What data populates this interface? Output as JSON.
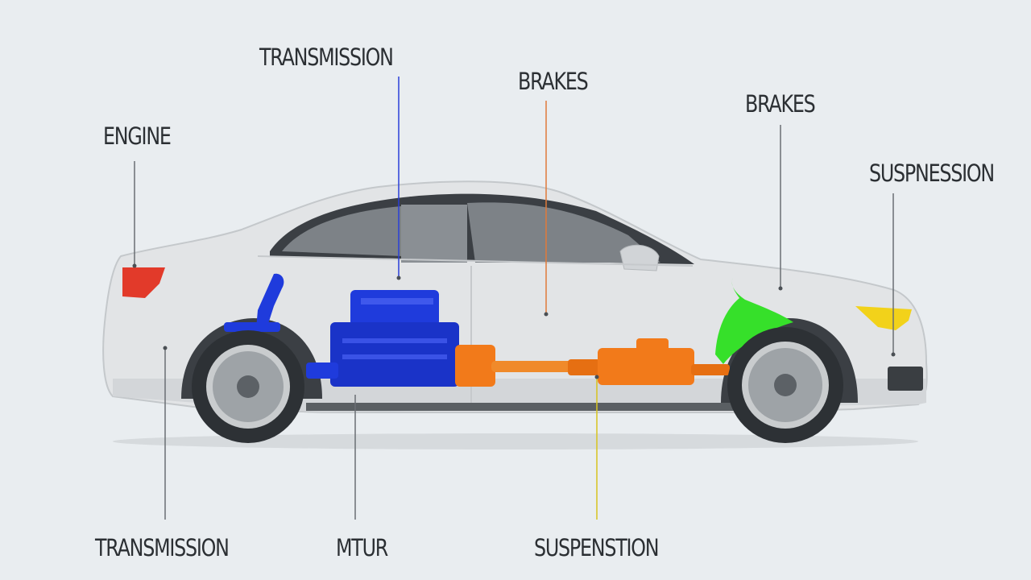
{
  "labels": {
    "engine": "ENGINE",
    "transmission_top": "TRANSMISSION",
    "brakes_center": "BRAKES",
    "brakes_right": "BRAKES",
    "suspension_right": "SUSPNESSION",
    "transmission_bottom": "TRANSMISSION",
    "motor": "MTUR",
    "suspension_bottom": "SUSPENSTION"
  },
  "colors": {
    "background": "#e9edf0",
    "car_body": "#d9dcde",
    "engine_blue": "#1f3bdc",
    "drivetrain_orange": "#f27a1a",
    "suspension_green": "#36e02a",
    "headlight_yellow": "#f2d21a",
    "taillight_red": "#e23a2a",
    "leader_gray": "#6a6f74",
    "leader_blue": "#2a3fd8",
    "leader_orange": "#e07a3a",
    "leader_yellow": "#d7c41f"
  }
}
